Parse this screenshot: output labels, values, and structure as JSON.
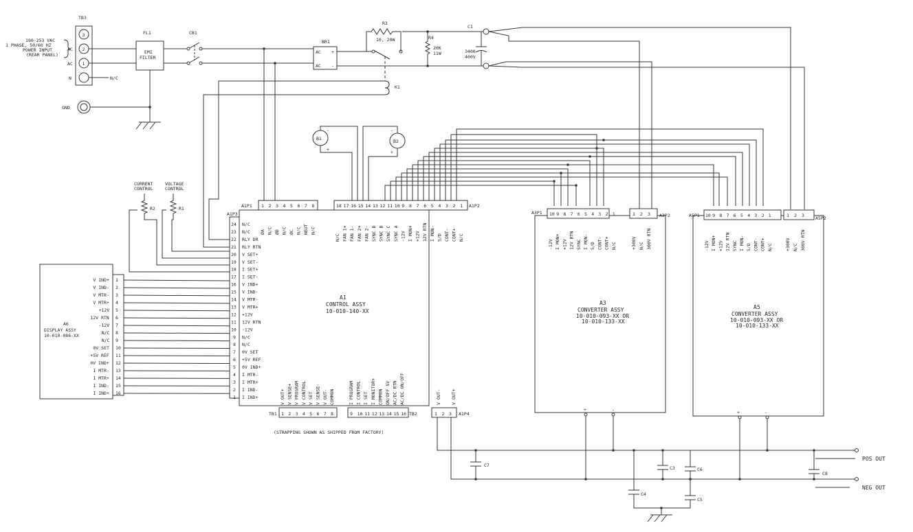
{
  "power_input": {
    "tb3": "TB3",
    "spec": [
      "190-253 VAC",
      "1 PHASE, 50/60 HZ",
      "POWER INPUT",
      "(REAR PANEL)"
    ],
    "terminals": [
      "3",
      "2",
      "1"
    ],
    "ac": "AC",
    "n": "N",
    "nc": "N/C",
    "gnd": "GND"
  },
  "fl1": {
    "ref": "FL1",
    "name1": "EMI",
    "name2": "FILTER"
  },
  "cb1": "CB1",
  "br1": {
    "ref": "BR1",
    "ac": "AC",
    "plus": "+",
    "minus": "-"
  },
  "r3": {
    "ref": "R3",
    "value": "10, 20W"
  },
  "r4": {
    "ref": "R4",
    "v1": "20K",
    "v2": "11W"
  },
  "c1": {
    "ref": "C1",
    "v1": "3400",
    "v2": "400V"
  },
  "k1": "K1",
  "fans": {
    "b1": "B1",
    "b2": "B2"
  },
  "controls": {
    "current": [
      "CURRENT",
      "CONTROL"
    ],
    "voltage": [
      "VOLTAGE",
      "CONTROL"
    ],
    "r2": "R2",
    "r1": "R1"
  },
  "a6": {
    "ref": "A6",
    "name": "DISPLAY ASSY",
    "part": "10-010-086-XX",
    "pins": [
      {
        "label": "V IND+",
        "num": "1"
      },
      {
        "label": "V IND-",
        "num": "2"
      },
      {
        "label": "V MTR-",
        "num": "3"
      },
      {
        "label": "V MTR+",
        "num": "4"
      },
      {
        "label": "+12V",
        "num": "5"
      },
      {
        "label": "12V RTN",
        "num": "6"
      },
      {
        "label": "-12V",
        "num": "7"
      },
      {
        "label": "N/C",
        "num": "8"
      },
      {
        "label": "N/C",
        "num": "9"
      },
      {
        "label": "0V SET",
        "num": "10"
      },
      {
        "label": "+5V REF",
        "num": "11"
      },
      {
        "label": "0V IND+",
        "num": "12"
      },
      {
        "label": "I MTR-",
        "num": "13"
      },
      {
        "label": "I MTR+",
        "num": "14"
      },
      {
        "label": "I IND-",
        "num": "15"
      },
      {
        "label": "I IND+",
        "num": "16"
      }
    ]
  },
  "a1": {
    "ref": "A1",
    "name": "CONTROL ASSY",
    "part": "10-010-140-XX",
    "p3_ref": "A1P3",
    "p3": [
      {
        "num": "24",
        "label": "N/C"
      },
      {
        "num": "23",
        "label": "N/C"
      },
      {
        "num": "22",
        "label": "RLY DR"
      },
      {
        "num": "21",
        "label": "RLY RTN"
      },
      {
        "num": "20",
        "label": "V SET+"
      },
      {
        "num": "19",
        "label": "V SET-"
      },
      {
        "num": "18",
        "label": "I SET+"
      },
      {
        "num": "17",
        "label": "I SET-"
      },
      {
        "num": "16",
        "label": "V IND+"
      },
      {
        "num": "15",
        "label": "V IND-"
      },
      {
        "num": "14",
        "label": "V MTR-"
      },
      {
        "num": "13",
        "label": "V MTR+"
      },
      {
        "num": "12",
        "label": "+12V"
      },
      {
        "num": "11",
        "label": "12V RTN"
      },
      {
        "num": "10",
        "label": "-12V"
      },
      {
        "num": "9",
        "label": "N/C"
      },
      {
        "num": "8",
        "label": "N/C"
      },
      {
        "num": "7",
        "label": "0V SET"
      },
      {
        "num": "6",
        "label": "+5V REF"
      },
      {
        "num": "5",
        "label": "0V IND+"
      },
      {
        "num": "4",
        "label": "I MTR-"
      },
      {
        "num": "3",
        "label": "I MTR+"
      },
      {
        "num": "2",
        "label": "I IND-"
      },
      {
        "num": "1",
        "label": "I IND+"
      }
    ],
    "p1_ref": "A1P1",
    "p1_nums": [
      "1",
      "2",
      "3",
      "4",
      "5",
      "6",
      "7",
      "8"
    ],
    "p1_labels": [
      "ØA",
      "N/C",
      "ØB",
      "N/C",
      "ØC",
      "N/C",
      "NEUT",
      "N/C"
    ],
    "p2_ref": "A1P2",
    "p2_nums": [
      "18",
      "17",
      "16",
      "15",
      "14",
      "13",
      "12",
      "11",
      "10",
      "9",
      "8",
      "7",
      "6",
      "5",
      "4",
      "3",
      "2",
      "1"
    ],
    "p2_labels": [
      "N/C",
      "FAN 1+",
      "FAN 1-",
      "FAN 2+",
      "FAN 2-",
      "SYNC D",
      "SYNC B",
      "SYNC C",
      "SYNC A",
      "-12V",
      "I MON+",
      "+12V",
      "12V RTN",
      "I MON-",
      "S/D",
      "CONT-",
      "CONT+",
      "N/C"
    ],
    "tb1_ref": "TB1",
    "tb1_nums": [
      "1",
      "2",
      "3",
      "4",
      "5",
      "6",
      "7",
      "8"
    ],
    "tb1_labels": [
      "V OUT+",
      "V SENSE+",
      "V PROGRAM",
      "V CONTROL",
      "V SET",
      "V SENSE-",
      "V OUT-",
      "COMMON"
    ],
    "tb2_ref": "TB2",
    "tb2_nums": [
      "9",
      "10",
      "11",
      "12",
      "13",
      "14",
      "15",
      "16"
    ],
    "tb2_labels": [
      "I PROGRAM",
      "I CONTROL",
      "I SET",
      "I MONITOR+",
      "COMMON",
      "ON/OFF 5V",
      "AC/DC RTN",
      "AC/DC ON/OFF"
    ],
    "p4_ref": "A1P4",
    "p4_nums": [
      "1",
      "2",
      "3"
    ],
    "p4_labels": [
      "V OUT-",
      "V OUT+"
    ],
    "strapping": "(STRAPPING SHOWN AS SHIPPED FROM FACTORY)"
  },
  "a3": {
    "ref": "A3",
    "name": "CONVERTER ASSY",
    "part1": "10-010-093-XX OR",
    "part2": "10-010-133-XX",
    "p1_ref": "A3P1",
    "p2_ref": "A3P2"
  },
  "a5": {
    "ref": "A5",
    "name": "CONVERTER ASSY",
    "part1": "10-010-093-XX OR",
    "part2": "10-010-133-XX",
    "p1_ref": "A5P1",
    "p2_ref": "A5P2"
  },
  "conv_p1_nums": [
    "10",
    "9",
    "8",
    "7",
    "6",
    "5",
    "4",
    "3",
    "2",
    "1"
  ],
  "conv_p1_labels": [
    "-12V",
    "I MON+",
    "+12V",
    "12V RTN",
    "SYNC",
    "I MON-",
    "S/D",
    "CONT-",
    "CONT+",
    "N/C"
  ],
  "conv_p2_nums": [
    "1",
    "2",
    "3"
  ],
  "conv_p2_labels": [
    "+300V",
    "N/C",
    "300V RTN"
  ],
  "outputs": {
    "pos": "POS OUT",
    "neg": "NEG OUT",
    "caps": [
      "C7",
      "C3",
      "C6",
      "C4",
      "C5",
      "C8"
    ],
    "plus": "+",
    "minus": "-"
  }
}
